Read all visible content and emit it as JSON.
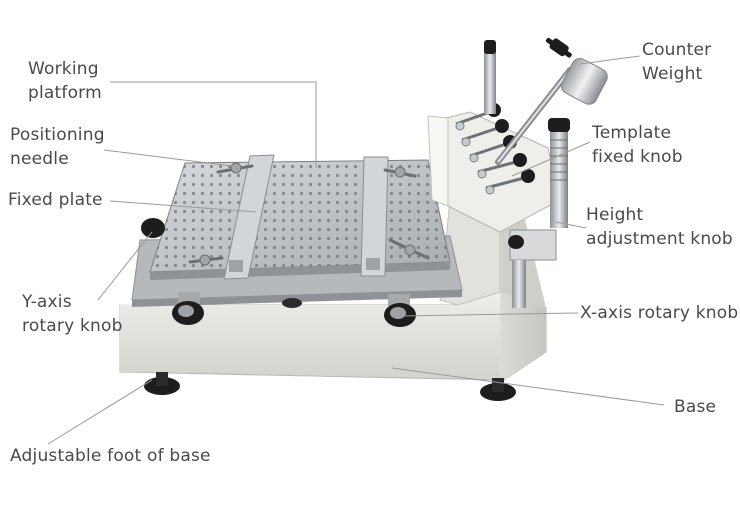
{
  "labels": {
    "working_platform": [
      "Working",
      "platform"
    ],
    "positioning_needle": [
      "Positioning",
      "needle"
    ],
    "fixed_plate": [
      "Fixed plate"
    ],
    "y_axis_knob": [
      "Y-axis",
      "rotary knob"
    ],
    "adjustable_foot": [
      "Adjustable foot of base"
    ],
    "counter_weight": [
      "Counter",
      "Weight"
    ],
    "template_knob": [
      "Template",
      "fixed knob"
    ],
    "height_knob": [
      "Height",
      "adjustment knob"
    ],
    "x_axis_knob": [
      "X-axis rotary knob"
    ],
    "base": [
      "Base"
    ]
  },
  "colors": {
    "leader_line": "#9a9a9a",
    "label_text": "#4a4a4a",
    "base_body": "#e6e6e0",
    "plate_metal": "#bfc3c6",
    "knob_black": "#1d1d1d"
  }
}
